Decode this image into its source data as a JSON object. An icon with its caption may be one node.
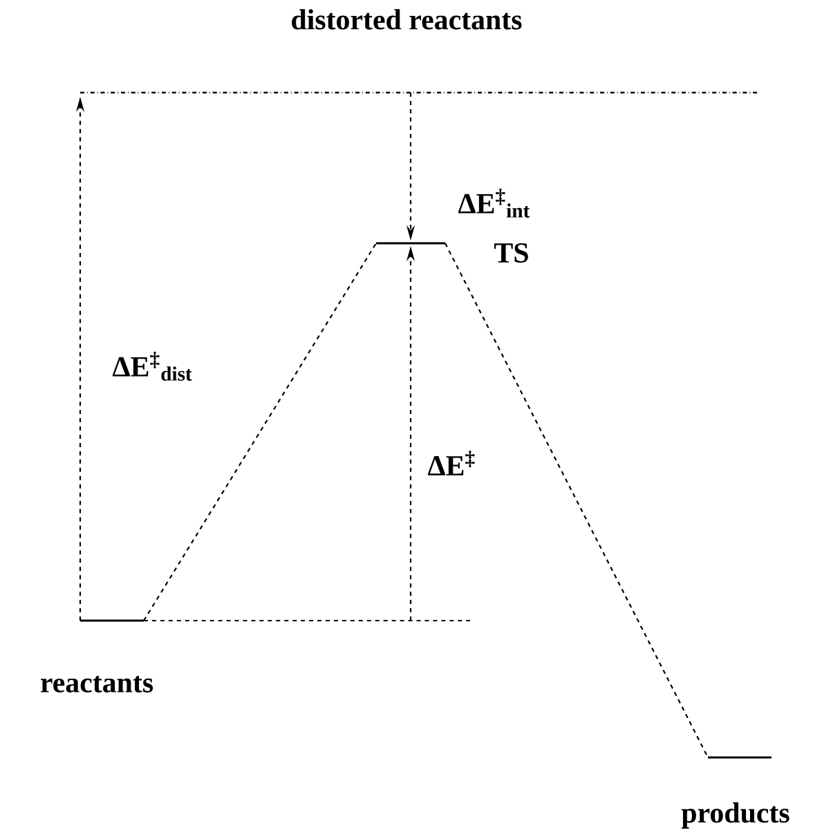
{
  "diagram": {
    "nodes": [
      {
        "text": [
          "reactants"
        ]
      },
      {
        "text": [
          "TS"
        ]
      },
      {
        "text": [
          "products"
        ]
      },
      {
        "text": [
          "distorted reactants"
        ]
      }
    ],
    "edges": [
      {
        "from": 0,
        "to": 1,
        "arrow": "none",
        "style": "dashed"
      },
      {
        "from": 1,
        "to": 2,
        "arrow": "none",
        "style": "dashed"
      },
      {
        "from": 0,
        "to": 3,
        "arrow": "to",
        "style": "dashed",
        "label": "ΔE$^{‡}$$_{dist}$"
      },
      {
        "from": 3,
        "to": 1,
        "arrow": "to",
        "style": "dashed",
        "label": "ΔE$^{‡}$$_{int}$"
      },
      {
        "from": null,
        "to": 1,
        "arrow": "to",
        "style": "dashed",
        "label": "ΔE$^{‡}$"
      }
    ]
  }
}
